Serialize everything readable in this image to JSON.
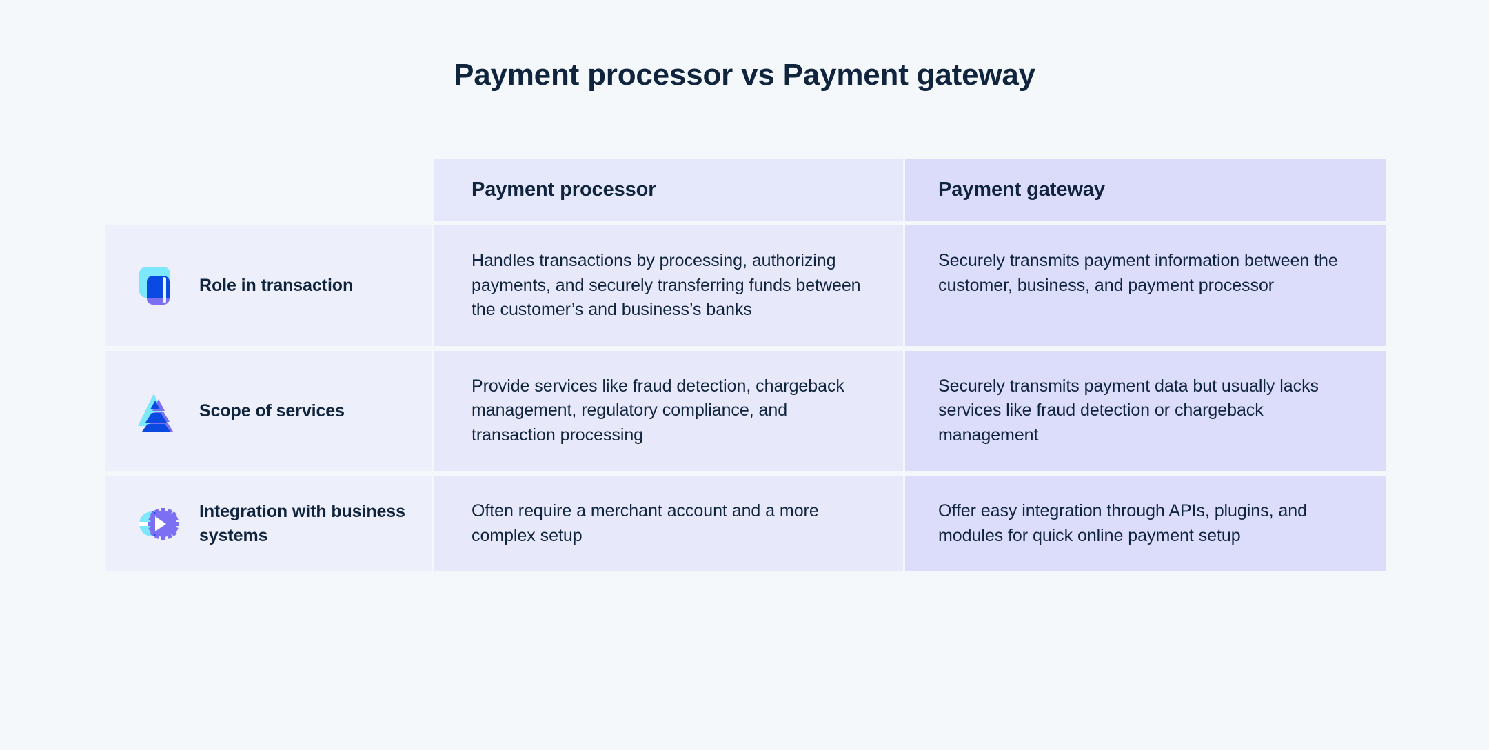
{
  "page": {
    "background": "#f4f8fb",
    "title": "Payment processor vs Payment gateway"
  },
  "colors": {
    "text_dark": "#10243e",
    "header_col_a_bg": "#e5e7fa",
    "header_col_b_bg": "#dadcfa",
    "row_label_bg": "#edf0fa",
    "row_col_a_bg": "#e7e9fa",
    "row_col_b_bg": "#dbddfa",
    "icon_cyan": "#7de8fb",
    "icon_blue": "#0a4ae0",
    "icon_purple": "#7b70f4"
  },
  "table": {
    "headers": {
      "label_column": "",
      "column_a": "Payment processor",
      "column_b": "Payment gateway"
    },
    "rows": [
      {
        "icon": "card-book-icon",
        "label": "Role in transaction",
        "column_a": "Handles transactions by processing, authorizing payments, and securely transferring funds between the customer’s and business’s banks",
        "column_b": "Securely transmits payment information between the customer, business, and payment processor"
      },
      {
        "icon": "pyramid-layers-icon",
        "label": "Scope of services",
        "column_a": "Provide services like fraud detection, chargeback management, regulatory compliance, and transaction processing",
        "column_b": "Securely transmits payment data but usually lacks services like fraud detection or chargeback management"
      },
      {
        "icon": "gear-arrow-icon",
        "label": "Integration with business systems",
        "column_a": "Often require a merchant account and a more complex setup",
        "column_b": "Offer easy integration through APIs, plugins, and modules for quick online payment setup"
      }
    ]
  }
}
